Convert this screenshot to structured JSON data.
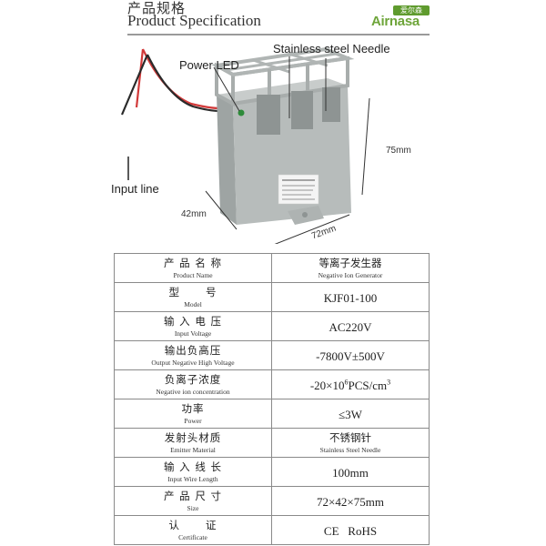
{
  "header": {
    "title_cn": "产品规格",
    "title_en": "Product Specification",
    "logo_cn": "爱尔森",
    "logo_en": "Airnasa",
    "accent_color": "#6ea53a"
  },
  "photo": {
    "callouts": {
      "power_led": "Power LED",
      "needle": "Stainless  steel Needle",
      "input_line": "Input line"
    },
    "dimensions": {
      "height": "75mm",
      "depth": "42mm",
      "width": "72mm"
    }
  },
  "spec_table": {
    "rows": [
      {
        "key_cn": "产 品 名 称",
        "key_en": "Product Name",
        "value_cn": "等离子发生器",
        "value_en": "Negative Ion Generator"
      },
      {
        "key_cn": "型      号",
        "key_en": "Model",
        "value": "KJF01-100"
      },
      {
        "key_cn": "输 入 电 压",
        "key_en": "Input Voltage",
        "value": "AC220V"
      },
      {
        "key_cn": "输出负高压",
        "key_en": "Output Negative High Voltage",
        "value": "-7800V±500V"
      },
      {
        "key_cn": "负离子浓度",
        "key_en": "Negative ion concentration",
        "value_prefix": "-20×10",
        "value_sup1": "6",
        "value_mid": "PCS/cm",
        "value_sup2": "3"
      },
      {
        "key_cn": "功率",
        "key_en": "Power",
        "value": "≤3W"
      },
      {
        "key_cn": "发射头材质",
        "key_en": "Emitter Material",
        "value_cn": "不锈钢针",
        "value_en": "Stainless Steel Needle"
      },
      {
        "key_cn": "输 入 线 长",
        "key_en": "Input Wire Length",
        "value": "100mm"
      },
      {
        "key_cn": "产 品 尺 寸",
        "key_en": "Size",
        "value": "72×42×75mm"
      },
      {
        "key_cn": "认      证",
        "key_en": "Certificate",
        "value": "CE   RoHS"
      }
    ]
  }
}
